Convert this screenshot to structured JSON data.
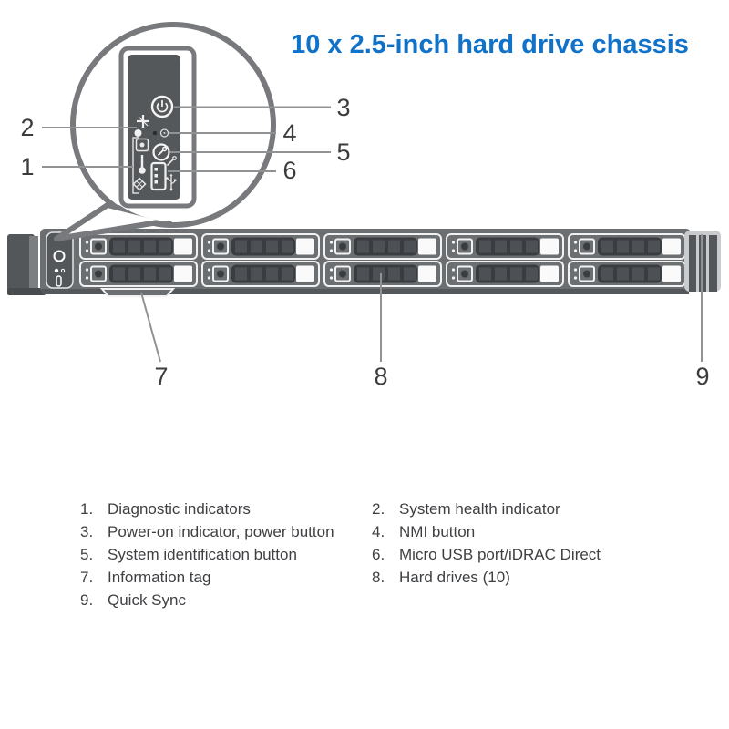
{
  "title": "10 x 2.5-inch hard drive chassis",
  "callouts": {
    "c1": "1",
    "c2": "2",
    "c3": "3",
    "c4": "4",
    "c5": "5",
    "c6": "6",
    "c7": "7",
    "c8": "8",
    "c9": "9"
  },
  "legend": {
    "left": [
      {
        "num": "1.",
        "text": "Diagnostic indicators"
      },
      {
        "num": "3.",
        "text": "Power-on indicator, power button"
      },
      {
        "num": "5.",
        "text": "System identification button"
      },
      {
        "num": "7.",
        "text": "Information tag"
      },
      {
        "num": "9.",
        "text": "Quick Sync"
      }
    ],
    "right": [
      {
        "num": "2.",
        "text": "System health indicator"
      },
      {
        "num": "4.",
        "text": "NMI button"
      },
      {
        "num": "6.",
        "text": "Micro USB port/iDRAC Direct"
      },
      {
        "num": "8.",
        "text": "Hard drives (10)"
      }
    ]
  },
  "colors": {
    "accent_blue": "#1072c8",
    "chassis_gray": "#6b6f72",
    "panel_dark_gray": "#55585b",
    "outline_gray": "#77797c",
    "leader_line_gray": "#909294",
    "legend_text": "#3e4043"
  },
  "panel_icons": [
    "power-button-icon",
    "system-health-icon",
    "nmi-button-icon",
    "system-id-icon",
    "drive-indicator-icon",
    "temperature-indicator-icon",
    "electrical-indicator-icon",
    "micro-usb-icon"
  ]
}
